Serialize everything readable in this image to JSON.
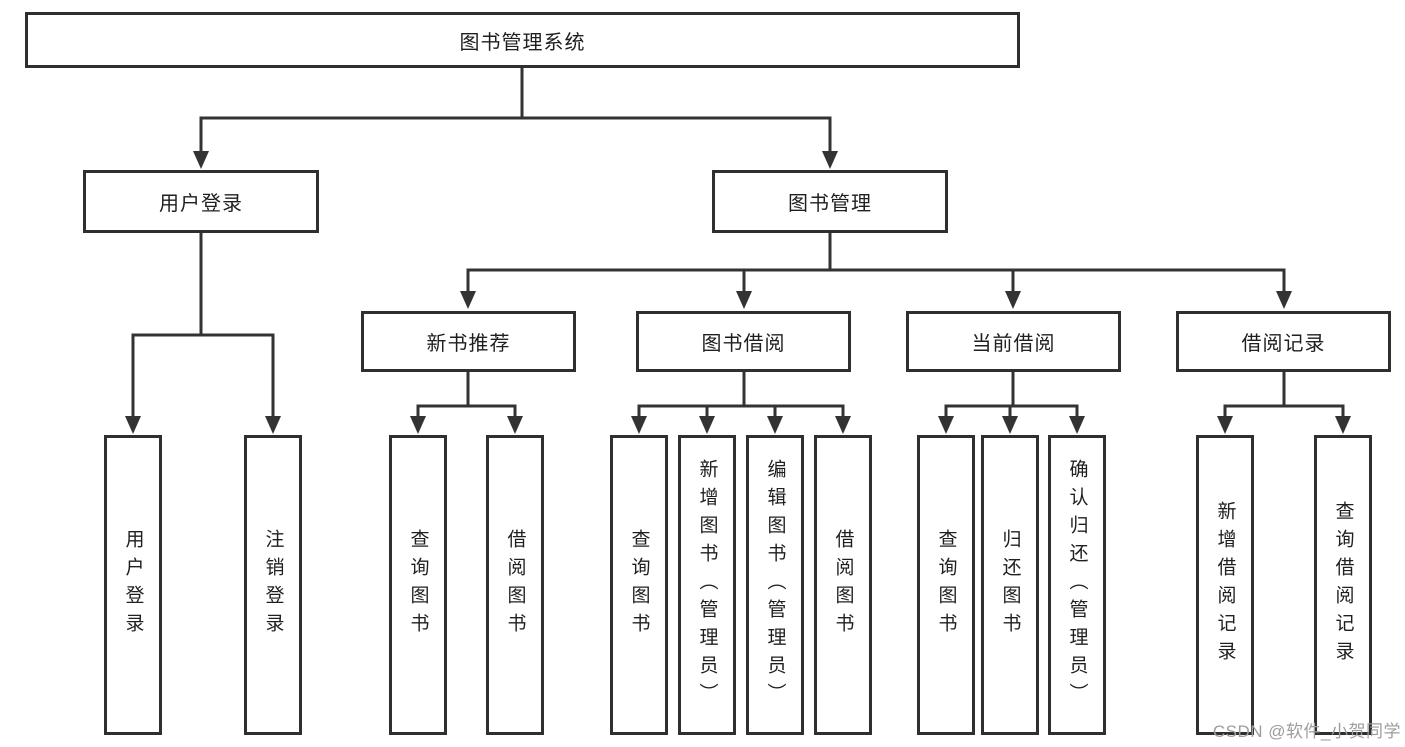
{
  "diagram": {
    "type": "tree",
    "colors": {
      "line": "#333333",
      "box_border": "#2f2f2f",
      "text": "#1f1f1f",
      "watermark": "#9d9d9d",
      "background": "#ffffff"
    },
    "nodes": {
      "root": {
        "label": "图书管理系统"
      },
      "user_login": {
        "label": "用户登录"
      },
      "book_management": {
        "label": "图书管理"
      },
      "new_book_recommend": {
        "label": "新书推荐"
      },
      "book_borrowing": {
        "label": "图书借阅"
      },
      "current_borrowing": {
        "label": "当前借阅"
      },
      "borrowing_records": {
        "label": "借阅记录"
      },
      "leaf_user_login": {
        "label": "用户登录"
      },
      "leaf_logout": {
        "label": "注销登录"
      },
      "leaf_query_books_rec": {
        "label": "查询图书"
      },
      "leaf_borrow_books_rec": {
        "label": "借阅图书"
      },
      "leaf_query_books_borrow": {
        "label": "查询图书"
      },
      "leaf_add_books_admin": {
        "label": "新增图书（管理员）"
      },
      "leaf_edit_books_admin": {
        "label": "编辑图书（管理员）"
      },
      "leaf_borrow_books_borrow": {
        "label": "借阅图书"
      },
      "leaf_query_books_current": {
        "label": "查询图书"
      },
      "leaf_return_books": {
        "label": "归还图书"
      },
      "leaf_confirm_return_admin": {
        "label": "确认归还（管理员）"
      },
      "leaf_add_borrow_record": {
        "label": "新增借阅记录"
      },
      "leaf_query_borrow_record": {
        "label": "查询借阅记录"
      }
    },
    "watermark": "CSDN @软件_小贺同学"
  }
}
